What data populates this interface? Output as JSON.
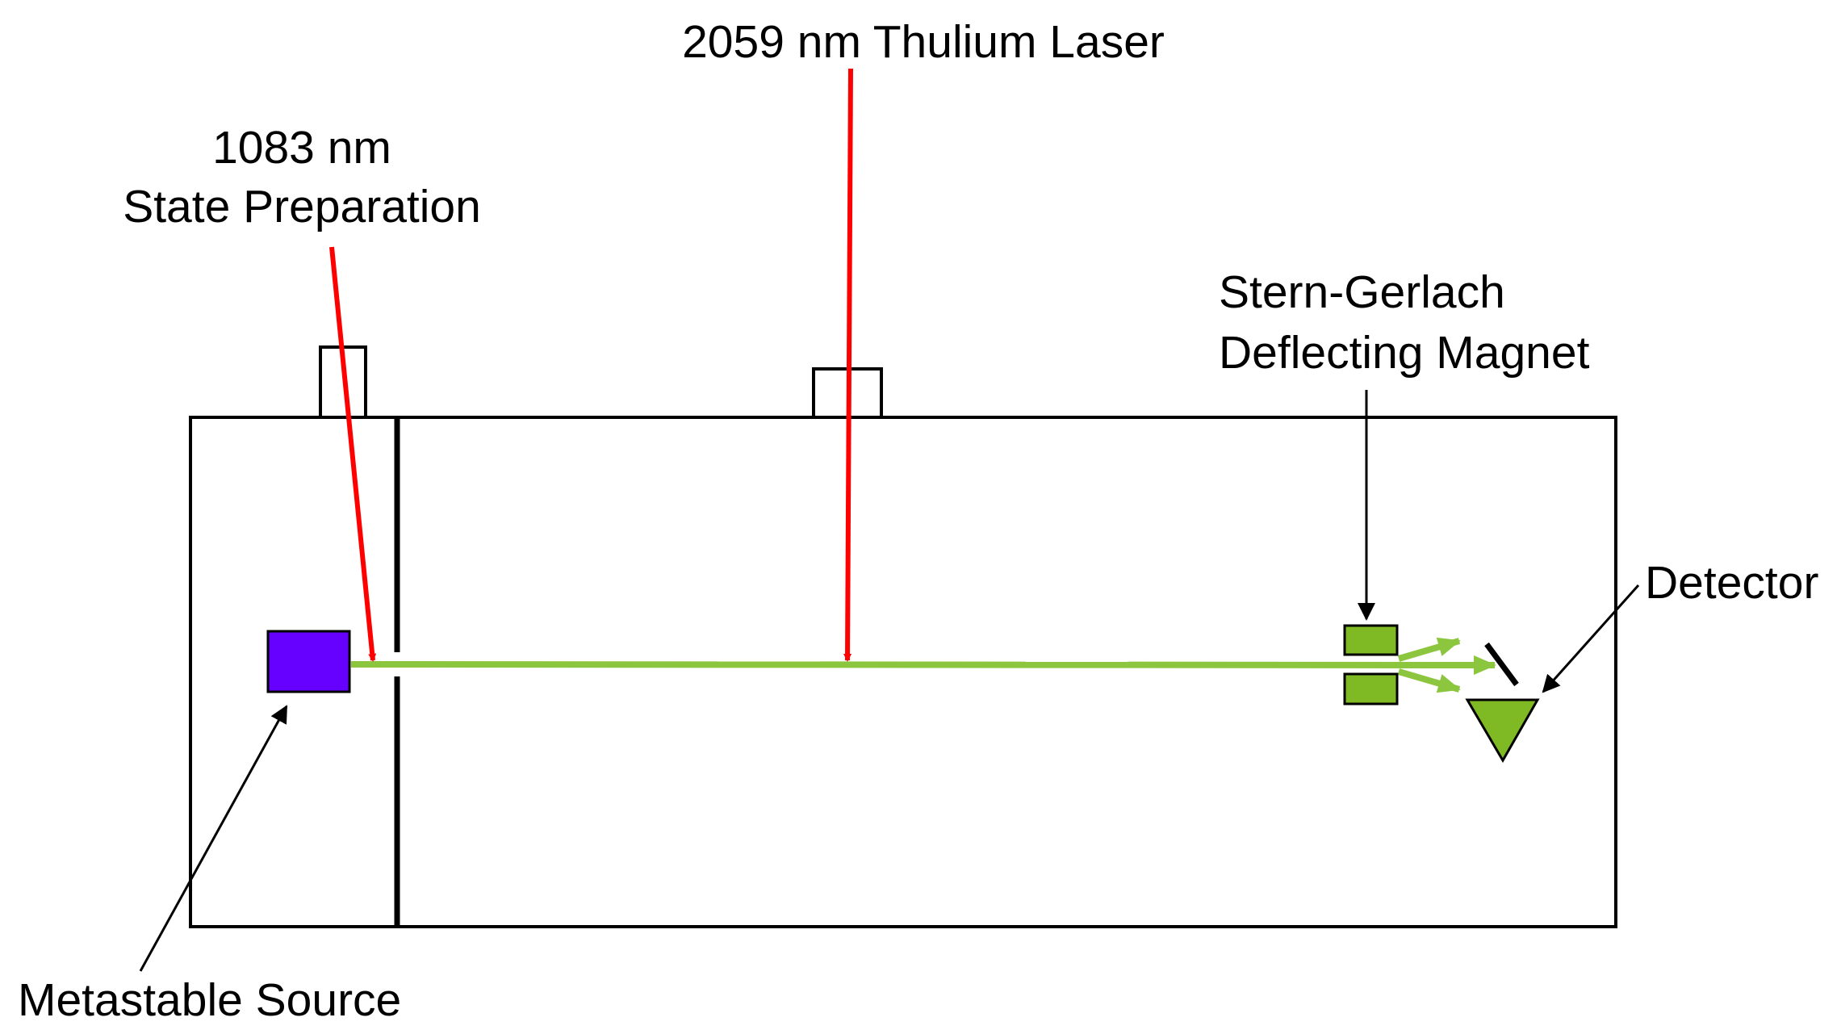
{
  "labels": {
    "thulium_laser": "2059 nm Thulium Laser",
    "state_prep_line1": "1083 nm",
    "state_prep_line2": "State Preparation",
    "stern_gerlach_line1": "Stern-Gerlach",
    "stern_gerlach_line2": "Deflecting Magnet",
    "detector": "Detector",
    "metastable_source": "Metastable Source"
  },
  "colors": {
    "laser": "#ff0000",
    "atomic_beam": "#8cc63f",
    "magnet": "#7fba25",
    "detector": "#7fba25",
    "source": "#6600ff",
    "outline": "#000000",
    "background": "#ffffff"
  }
}
